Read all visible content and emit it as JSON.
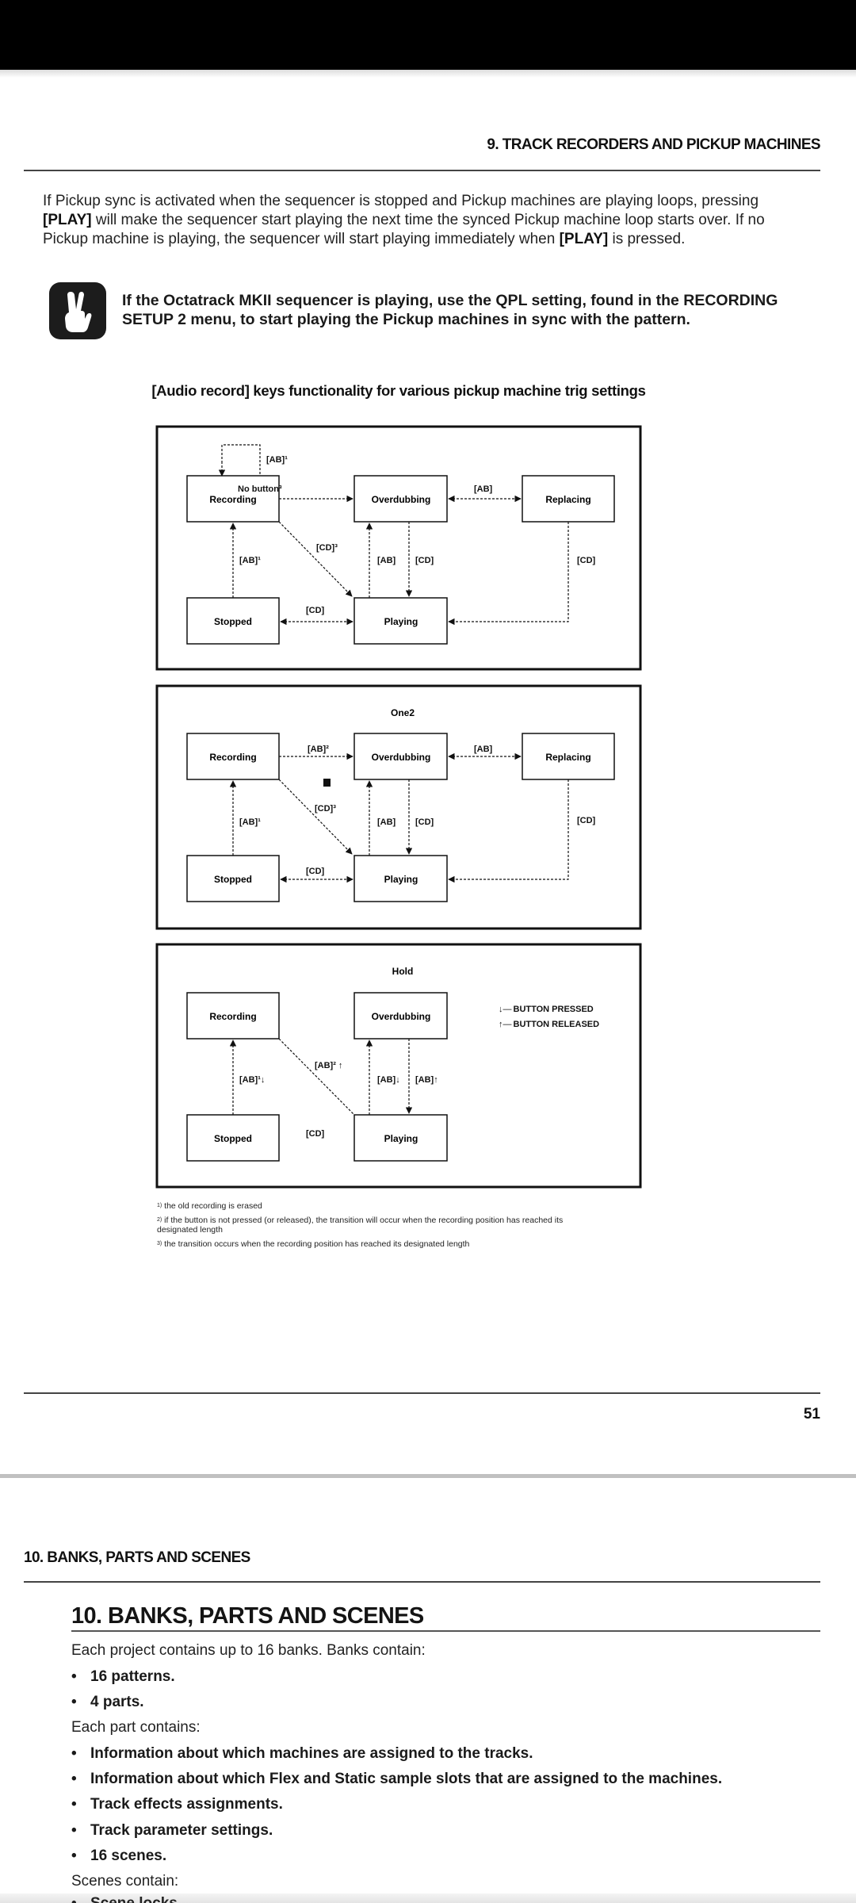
{
  "page1": {
    "running_head": "9. TRACK RECORDERS AND PICKUP MACHINES",
    "paragraph": {
      "parts": [
        {
          "text": "If Pickup sync is activated when the sequencer is stopped and Pickup machines are playing loops, pressing ",
          "bold": false
        },
        {
          "text": "[PLAY]",
          "bold": true
        },
        {
          "text": " will make the sequencer start playing the next time the synced Pickup machine loop starts over. If no Pickup machine is playing, the sequencer will start playing immediately when ",
          "bold": false
        },
        {
          "text": "[PLAY]",
          "bold": true
        },
        {
          "text": " is pressed.",
          "bold": false
        }
      ]
    },
    "note": {
      "icon": "hand-peace-icon",
      "text": "If the Octatrack MKII sequencer is playing, use the QPL setting, found in the RECORDING SETUP 2 menu, to start playing the Pickup machines in sync with the pattern."
    },
    "figure_title": "[Audio record] keys functionality for various pickup machine trig settings",
    "diagrams": [
      {
        "title": "",
        "states": {
          "recording": "Recording",
          "overdubbing": "Overdubbing",
          "replacing": "Replacing",
          "stopped": "Stopped",
          "playing": "Playing"
        },
        "labels": {
          "rec_self": "[AB]¹",
          "rec_to_overdub": "No button³",
          "overdub_replace": "[AB]",
          "rec_to_play": "[CD]³",
          "stop_to_rec": "[AB]¹",
          "play_to_overdub": "[AB]",
          "overdub_to_play": "[CD]",
          "replace_to_play": "[CD]",
          "stop_play": "[CD]"
        }
      },
      {
        "title": "One2",
        "states": {
          "recording": "Recording",
          "overdubbing": "Overdubbing",
          "replacing": "Replacing",
          "stopped": "Stopped",
          "playing": "Playing"
        },
        "labels": {
          "rec_to_overdub": "[AB]²",
          "overdub_replace": "[AB]",
          "rec_to_play": "[CD]³",
          "stop_to_rec": "[AB]¹",
          "play_to_overdub": "[AB]",
          "overdub_to_play": "[CD]",
          "replace_to_play": "[CD]",
          "stop_play": "[CD]"
        }
      },
      {
        "title": "Hold",
        "states": {
          "recording": "Recording",
          "overdubbing": "Overdubbing",
          "stopped": "Stopped",
          "playing": "Playing"
        },
        "labels": {
          "rec_to_play": "[AB]² ↑",
          "stop_to_rec": "[AB]¹↓",
          "play_to_overdub": "[AB]↓",
          "overdub_to_play": "[AB]↑",
          "stop_play": "[CD]"
        },
        "legend": [
          {
            "symbol": "↓—",
            "text": "BUTTON PRESSED"
          },
          {
            "symbol": "↑—",
            "text": "BUTTON RELEASED"
          }
        ]
      }
    ],
    "footnotes": [
      {
        "mark": "1)",
        "text": "the old recording is erased"
      },
      {
        "mark": "2)",
        "text": "if the button is not pressed (or released), the transition will occur when the recording position has reached its designated length"
      },
      {
        "mark": "3)",
        "text": "the transition occurs when the recording position has reached its designated length"
      }
    ],
    "page_number": "51"
  },
  "page2": {
    "running_head": "10. BANKS, PARTS AND SCENES",
    "heading": "10. BANKS, PARTS AND SCENES",
    "intro": "Each project contains up to 16 banks. Banks contain:",
    "banks_list": [
      "16 patterns.",
      "4 parts."
    ],
    "part_intro": "Each part contains:",
    "part_list": [
      "Information about which machines are assigned to the tracks.",
      "Information about which Flex and Static sample slots that are assigned to the machines.",
      "Track effects assignments.",
      "Track parameter settings.",
      "16 scenes."
    ],
    "scenes_intro": "Scenes contain:",
    "scenes_list_partial": "Scene locks"
  }
}
